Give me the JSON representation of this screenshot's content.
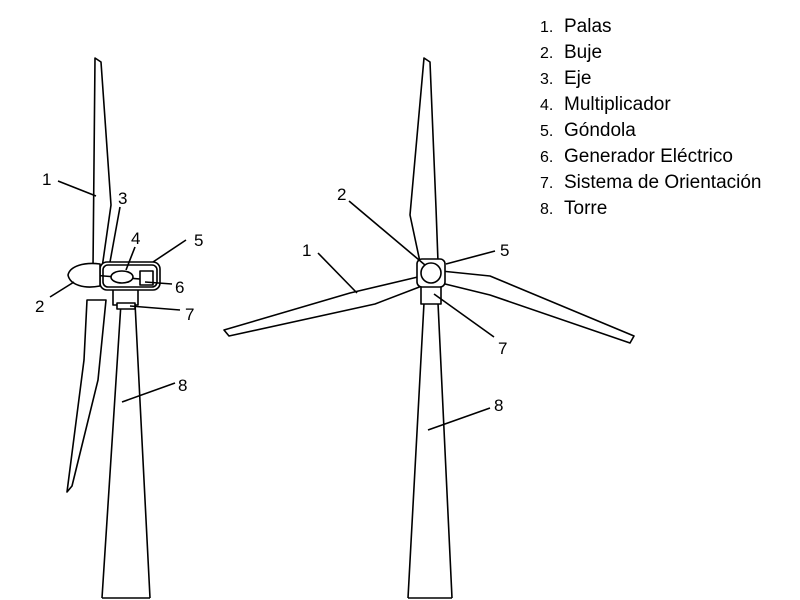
{
  "legend": [
    {
      "number": "1.",
      "label": "Palas"
    },
    {
      "number": "2.",
      "label": "Buje"
    },
    {
      "number": "3.",
      "label": "Eje"
    },
    {
      "number": "4.",
      "label": "Multiplicador"
    },
    {
      "number": "5.",
      "label": "Góndola"
    },
    {
      "number": "6.",
      "label": "Generador Eléctrico"
    },
    {
      "number": "7.",
      "label": "Sistema de Orientación"
    },
    {
      "number": "8.",
      "label": "Torre"
    }
  ],
  "side_view": {
    "callouts": {
      "blade": "1",
      "hub": "2",
      "shaft": "3",
      "gearbox": "4",
      "nacelle": "5",
      "generator": "6",
      "yaw": "7",
      "tower": "8"
    }
  },
  "front_view": {
    "callouts": {
      "blade": "1",
      "hub": "2",
      "nacelle": "5",
      "yaw": "7",
      "tower": "8"
    }
  }
}
